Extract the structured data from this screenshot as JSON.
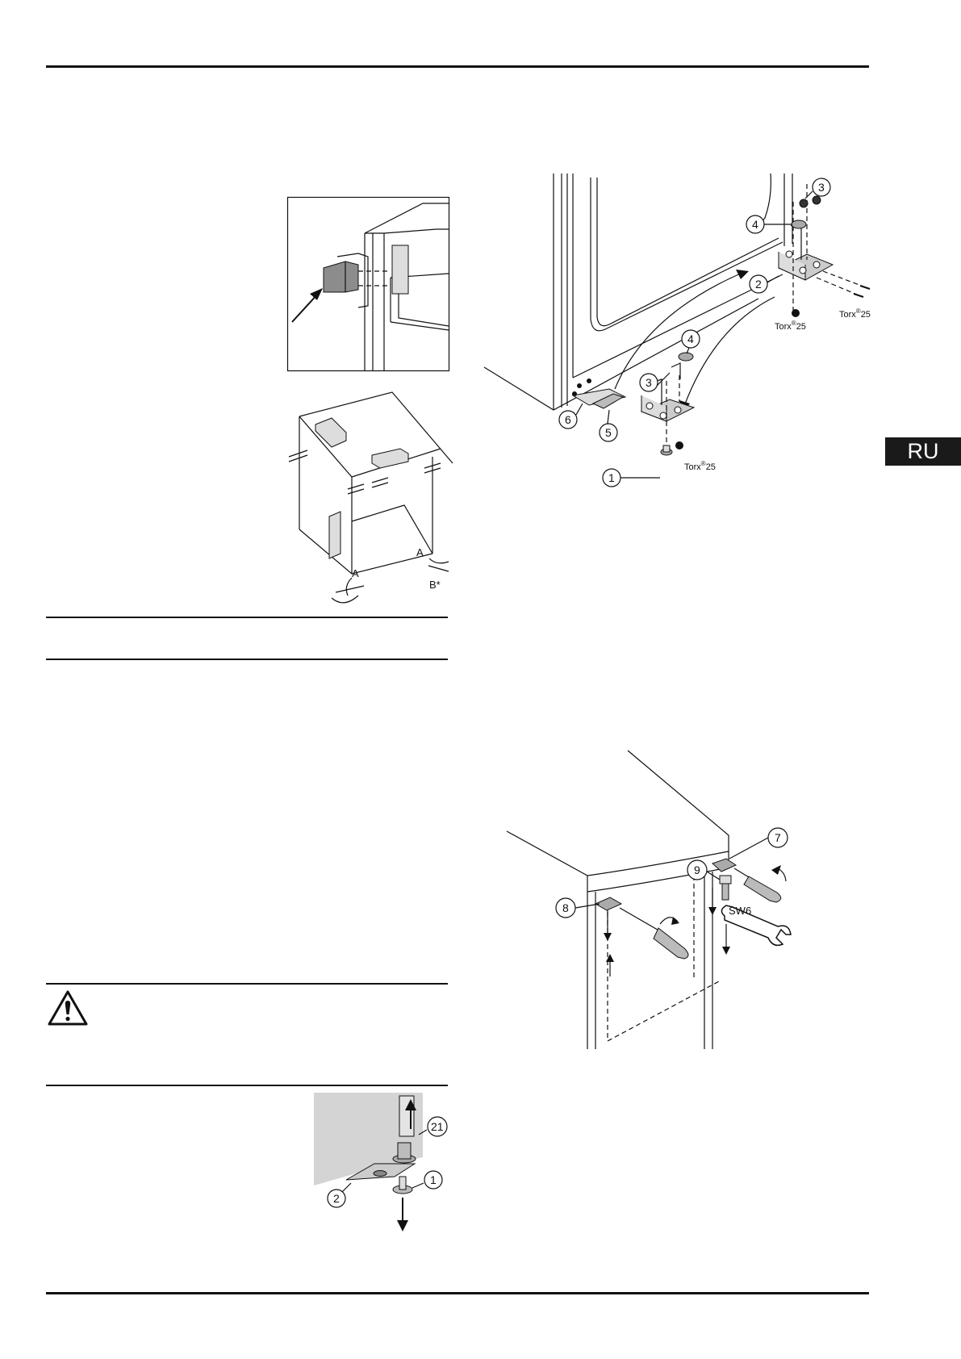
{
  "language_tab": "RU",
  "fig_hinge": {
    "callouts": [
      "1",
      "2",
      "3",
      "4",
      "5",
      "6",
      "3",
      "4"
    ],
    "torx_a": "Torx",
    "torx_a_sup": "®",
    "torx_a_val": "25",
    "torx_b": "Torx",
    "torx_b_sup": "®",
    "torx_b_val": "25",
    "torx_c": "Torx",
    "torx_c_sup": "®",
    "torx_c_val": "25"
  },
  "fig_cabinet": {
    "label_a_left": "A",
    "label_a_right": "A",
    "label_b": "B*"
  },
  "fig_top": {
    "callout_7": "7",
    "callout_8": "8",
    "callout_9": "9",
    "wrench_size": "SW6"
  },
  "fig_foot": {
    "callout_21": "21",
    "callout_1": "1",
    "callout_2": "2"
  }
}
